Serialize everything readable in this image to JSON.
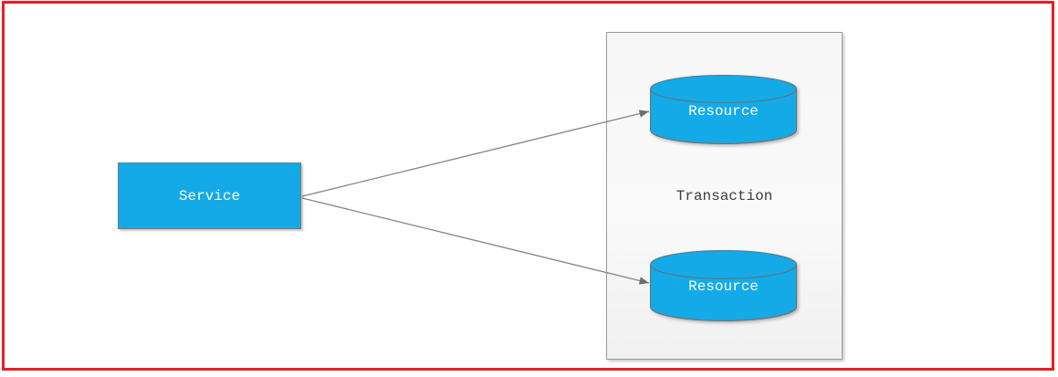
{
  "canvas": {
    "background": "#ffffff",
    "frame_color": "#ed1c24"
  },
  "colors": {
    "node_fill": "#14aae7",
    "node_border": "#6e6e6e",
    "node_label": "#ffffff",
    "edge": "#858585",
    "arrowhead": "#6e6e6e",
    "container_border": "#9b9b9b",
    "container_label": "#3d3d3d"
  },
  "nodes": {
    "service": {
      "label": "Service",
      "type": "rectangle"
    },
    "transaction": {
      "label": "Transaction",
      "type": "container"
    },
    "resource_top": {
      "label": "Resource",
      "type": "cylinder"
    },
    "resource_bottom": {
      "label": "Resource",
      "type": "cylinder"
    }
  },
  "edges": [
    {
      "from": "service",
      "to": "resource_top",
      "style": "arrow"
    },
    {
      "from": "service",
      "to": "resource_bottom",
      "style": "arrow"
    }
  ]
}
